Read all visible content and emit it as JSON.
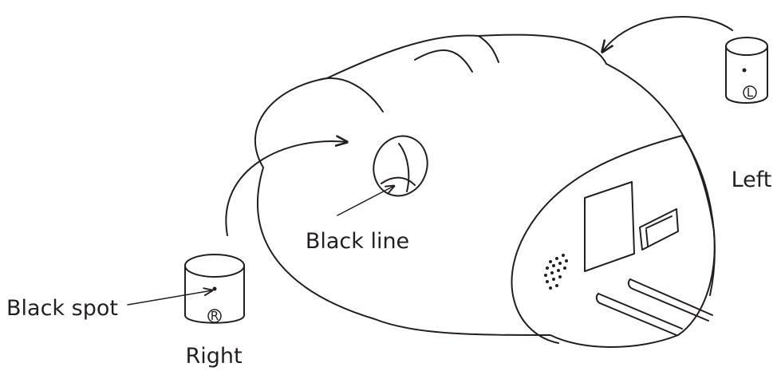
{
  "labels": {
    "left": "Left",
    "right": "Right",
    "black_line": "Black line",
    "black_spot": "Black spot"
  },
  "cup_marks": {
    "left": "L",
    "right": "R"
  },
  "colors": {
    "ink": "#231f20",
    "background": "#ffffff"
  }
}
